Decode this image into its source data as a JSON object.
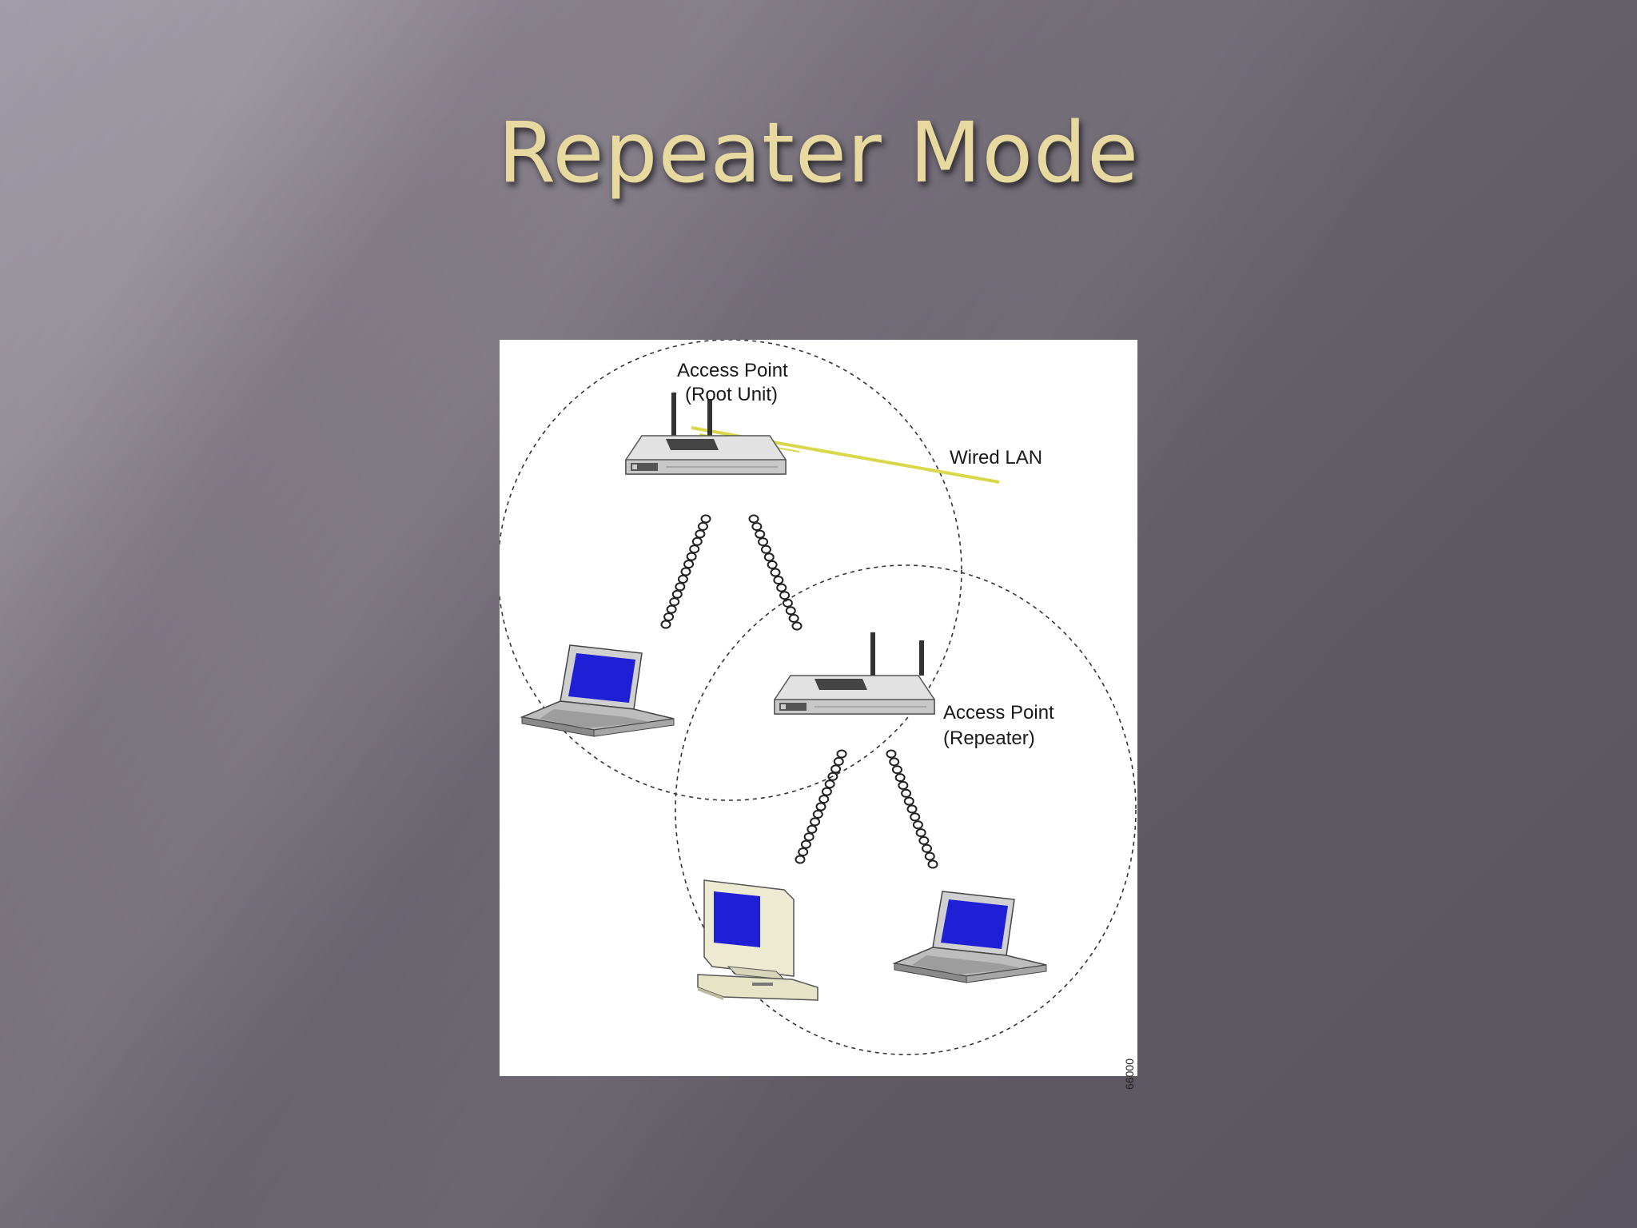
{
  "slide": {
    "title": "Repeater Mode"
  },
  "diagram": {
    "root_label_line1": "Access Point",
    "root_label_line2": "(Root Unit)",
    "wired_label": "Wired LAN",
    "repeater_label_line1": "Access Point",
    "repeater_label_line2": "(Repeater)",
    "figure_code": "66000",
    "colors": {
      "wired_lan": "#d8d84a",
      "screen": "#1f1fd6",
      "device_body": "#d9d9d9",
      "pc_body": "#e8e6c8"
    },
    "icons": [
      "access-point-icon",
      "laptop-icon",
      "desktop-pc-icon",
      "wireless-signal-icon"
    ]
  }
}
